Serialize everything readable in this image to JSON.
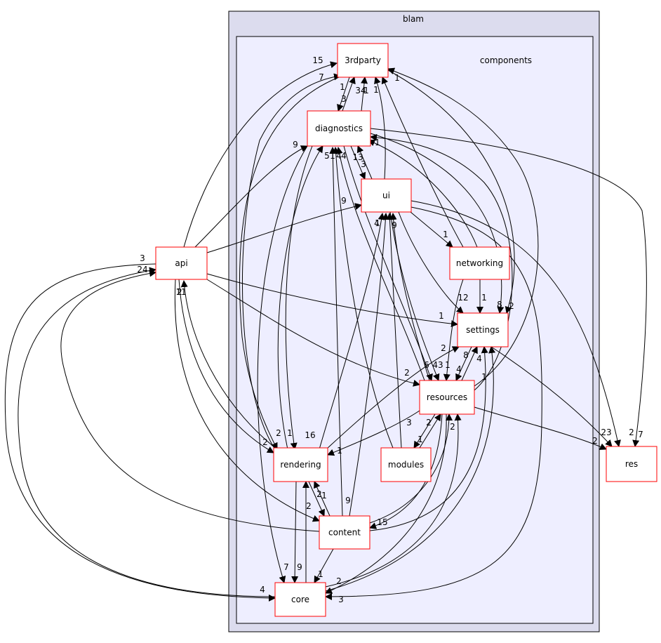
{
  "colors": {
    "outer_cluster_fill": "#dcdcee",
    "inner_cluster_fill": "#eeeeff",
    "cluster_stroke": "#000000",
    "node_stroke": "#ff0000",
    "node_fill": "#ffffff",
    "edge_stroke": "#000000"
  },
  "clusters": {
    "outer": {
      "label": "blam"
    },
    "inner": {
      "label": "components"
    }
  },
  "nodes": [
    {
      "id": "3rdparty",
      "label": "3rdparty"
    },
    {
      "id": "diagnostics",
      "label": "diagnostics"
    },
    {
      "id": "ui",
      "label": "ui"
    },
    {
      "id": "api",
      "label": "api"
    },
    {
      "id": "networking",
      "label": "networking"
    },
    {
      "id": "settings",
      "label": "settings"
    },
    {
      "id": "resources",
      "label": "resources"
    },
    {
      "id": "rendering",
      "label": "rendering"
    },
    {
      "id": "modules",
      "label": "modules"
    },
    {
      "id": "res",
      "label": "res"
    },
    {
      "id": "content",
      "label": "content"
    },
    {
      "id": "core",
      "label": "core"
    }
  ],
  "edge_labels": [
    "15",
    "7",
    "1",
    "3",
    "34",
    "1",
    "1",
    "9",
    "5",
    "1",
    "4",
    "4",
    "13",
    "3",
    "1",
    "1",
    "9",
    "1",
    "3",
    "24",
    "4",
    "9",
    "1",
    "12",
    "1",
    "8",
    "2",
    "1",
    "2",
    "6",
    "43",
    "1",
    "4",
    "8",
    "4",
    "1",
    "2",
    "2",
    "1",
    "16",
    "2",
    "1",
    "2",
    "3",
    "1",
    "2",
    "23",
    "2",
    "7",
    "2",
    "2",
    "1",
    "2",
    "9",
    "15",
    "7",
    "9",
    "1",
    "2",
    "3",
    "4",
    "11",
    "2"
  ]
}
